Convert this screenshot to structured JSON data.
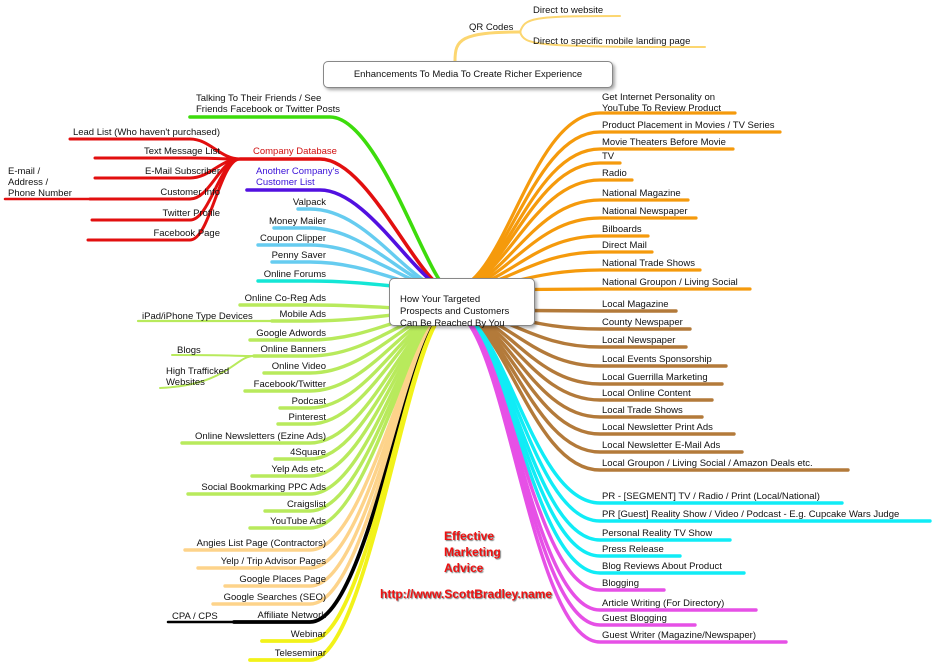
{
  "central": "How Your Targeted\nProspects and Customers\nCan Be Reached By You",
  "enhancements": {
    "title": "Enhancements To Media To Create Richer Experience",
    "qr": "QR Codes",
    "items": [
      "Direct to website",
      "Direct to specific mobile landing page"
    ]
  },
  "promo": {
    "line1": "Effective",
    "line2": "Marketing",
    "line3": "Advice",
    "url": "http://www.ScottBradley.name"
  },
  "colors": {
    "green": "#3ddc0c",
    "red": "#e20f0f",
    "purple": "#5210e0",
    "lightblue": "#66ccf0",
    "cyan": "#14e6d6",
    "lightgreen": "#b8ea5c",
    "peach": "#fdd38a",
    "black": "#000000",
    "yellow": "#f2f21a",
    "orange": "#f59a0c",
    "brown": "#b37a3a",
    "aqua": "#10ecf6",
    "magenta": "#e650e6",
    "gold": "#fcd670"
  },
  "left": {
    "green": [
      "Talking To Their Friends / See\nFriends Facebook or Twitter Posts"
    ],
    "company_db": {
      "label": "Company Database",
      "children": [
        "Lead List (Who haven't purchased)",
        "Text Message List",
        "E-Mail Subscriber",
        "Customer Info",
        "Twitter Profile",
        "Facebook Page"
      ],
      "customer_info_detail": "E-mail /\nAddress /\nPhone Number"
    },
    "another_company": "Another Company's\nCustomer List",
    "lightblue": [
      "Valpack",
      "Money Mailer",
      "Coupon Clipper",
      "Penny Saver"
    ],
    "cyan": [
      "Online Forums"
    ],
    "lightgreen": [
      "Online Co-Reg Ads",
      "Mobile Ads",
      "Google Adwords",
      "Online Banners",
      "Online Video",
      "Facebook/Twitter",
      "Podcast",
      "Pinterest",
      "Online Newsletters (Ezine Ads)",
      "4Square",
      "Yelp Ads etc.",
      "Social Bookmarking PPC Ads",
      "Craigslist",
      "YouTube Ads"
    ],
    "mobile_detail": "iPad/iPhone Type Devices",
    "banner_detail": [
      "Blogs",
      "High Trafficked\nWebsites"
    ],
    "peach": [
      "Angies List Page (Contractors)",
      "Yelp / Trip Advisor Pages",
      "Google Places Page",
      "Google Searches (SEO)"
    ],
    "black": "Affiliate Network",
    "black_detail": "CPA / CPS",
    "yellow": [
      "Webinar",
      "Teleseminar"
    ]
  },
  "right": {
    "orange": [
      "Get Internet Personality on\nYouTube To Review Product",
      "Product Placement in Movies / TV Series",
      "Movie Theaters Before Movie",
      "TV",
      "Radio",
      "National Magazine",
      "National Newspaper",
      "Bilboards",
      "Direct Mail",
      "National Trade Shows",
      "National Groupon / Living Social"
    ],
    "brown": [
      "Local Magazine",
      "County Newspaper",
      "Local Newspaper",
      "Local Events Sponsorship",
      "Local Guerrilla Marketing",
      "Local Online Content",
      "Local Trade Shows",
      "Local Newsletter Print Ads",
      "Local Newsletter E-Mail Ads",
      "Local Groupon / Living Social / Amazon Deals etc."
    ],
    "aqua": [
      "PR - [SEGMENT] TV / Radio / Print (Local/National)",
      "PR [Guest] Reality Show / Video / Podcast - E.g. Cupcake Wars Judge",
      "Personal Reality TV Show",
      "Press Release",
      "Blog Reviews About Product"
    ],
    "magenta": [
      "Blogging",
      "Article Writing (For Directory)",
      "Guest Blogging",
      "Guest Writer (Magazine/Newspaper)"
    ]
  }
}
